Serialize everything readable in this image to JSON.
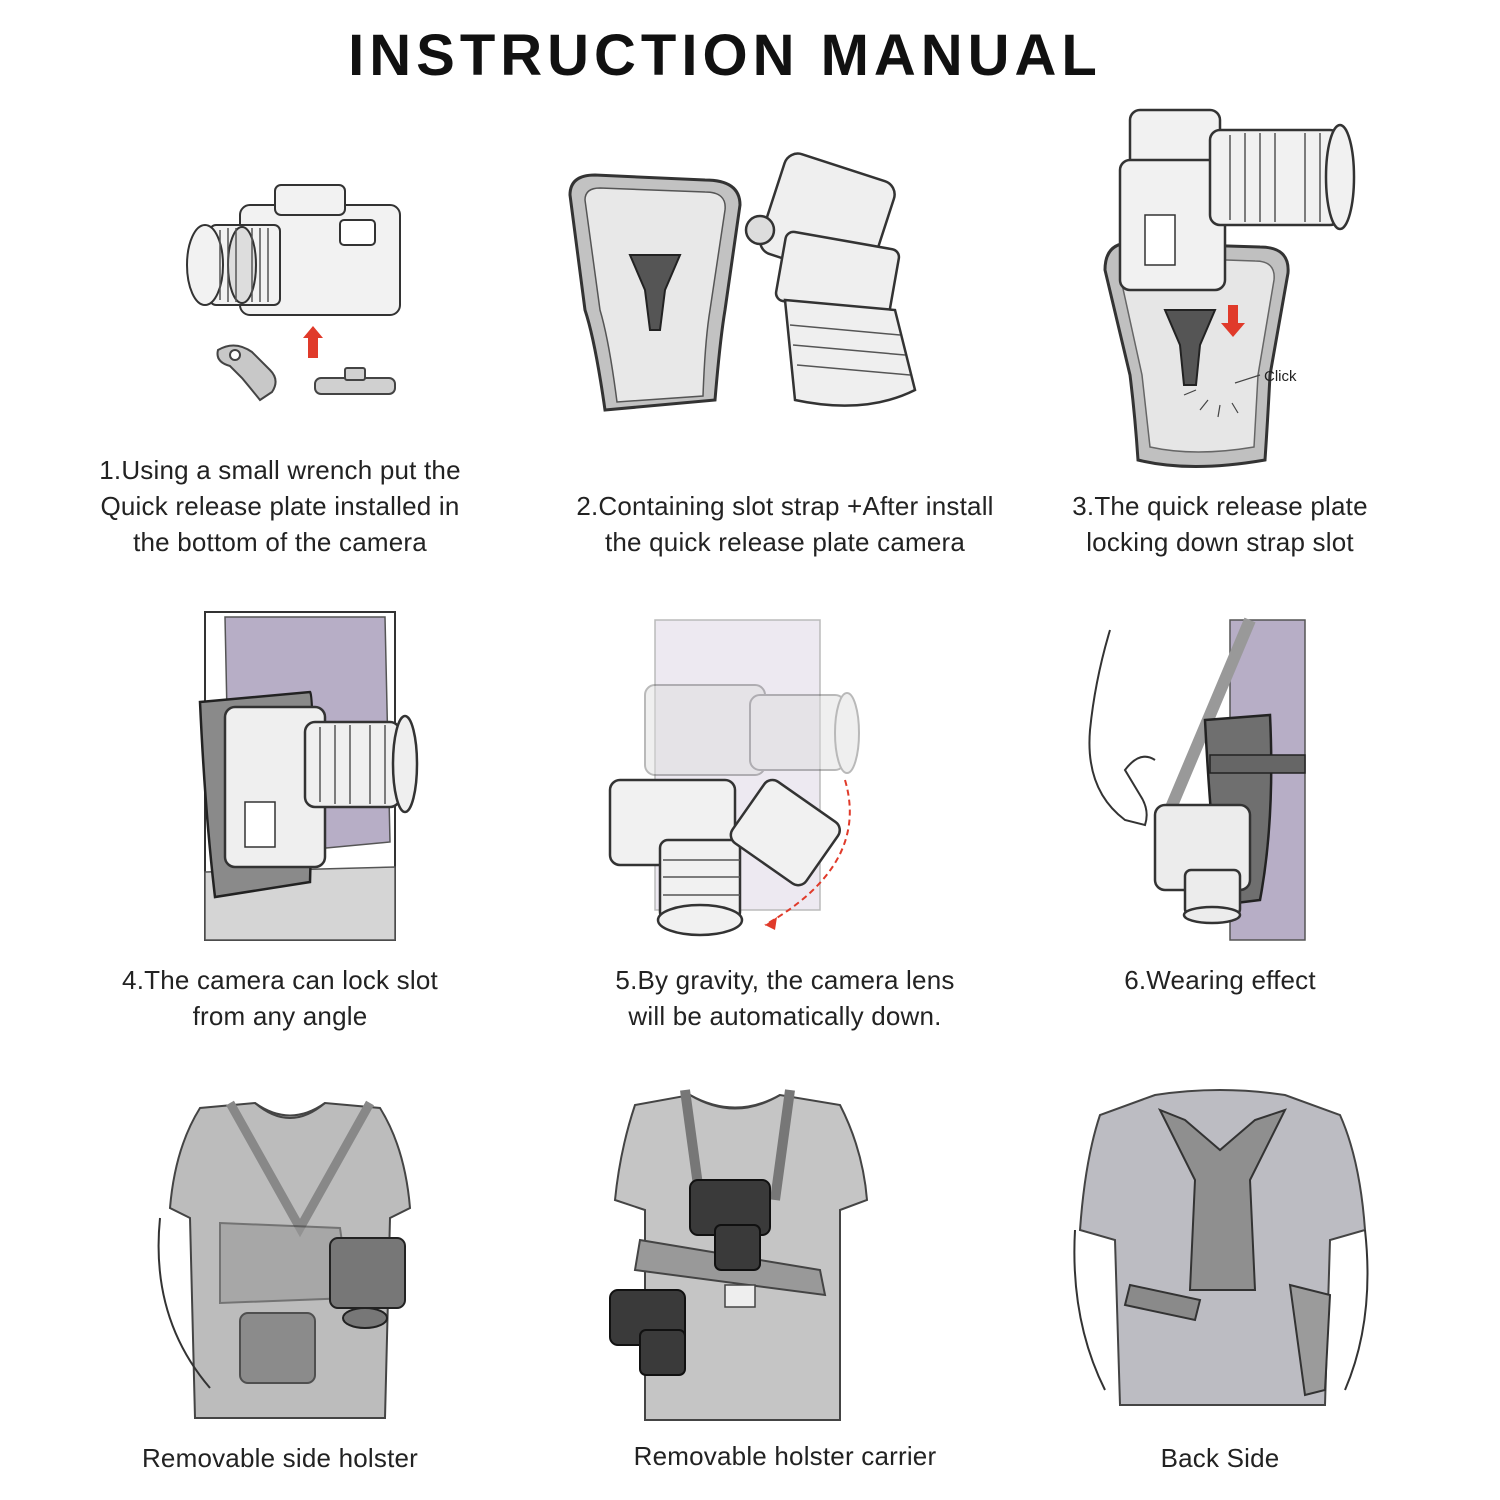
{
  "title": "INSTRUCTION MANUAL",
  "steps": [
    {
      "lines": [
        "1.Using a small wrench put the",
        "Quick release plate installed in",
        "the bottom of the camera"
      ]
    },
    {
      "lines": [
        "2.Containing slot strap +After install",
        "the quick release plate camera"
      ]
    },
    {
      "lines": [
        "3.The quick release plate",
        "locking down strap slot"
      ],
      "annotation": "Click"
    },
    {
      "lines": [
        "4.The camera can lock slot",
        "from any angle"
      ]
    },
    {
      "lines": [
        "5.By gravity, the camera lens",
        "will be automatically down."
      ]
    },
    {
      "lines": [
        "6.Wearing effect"
      ]
    },
    {
      "lines": [
        "Removable side holster"
      ]
    },
    {
      "lines": [
        "Removable holster carrier"
      ]
    },
    {
      "lines": [
        "Back Side"
      ]
    }
  ],
  "colors": {
    "accent_red": "#e03a2a",
    "plate_gray": "#b9b9b9",
    "outline": "#333333",
    "body_purple": "#b7aec6",
    "shirt_gray": "#bcbcbc"
  }
}
